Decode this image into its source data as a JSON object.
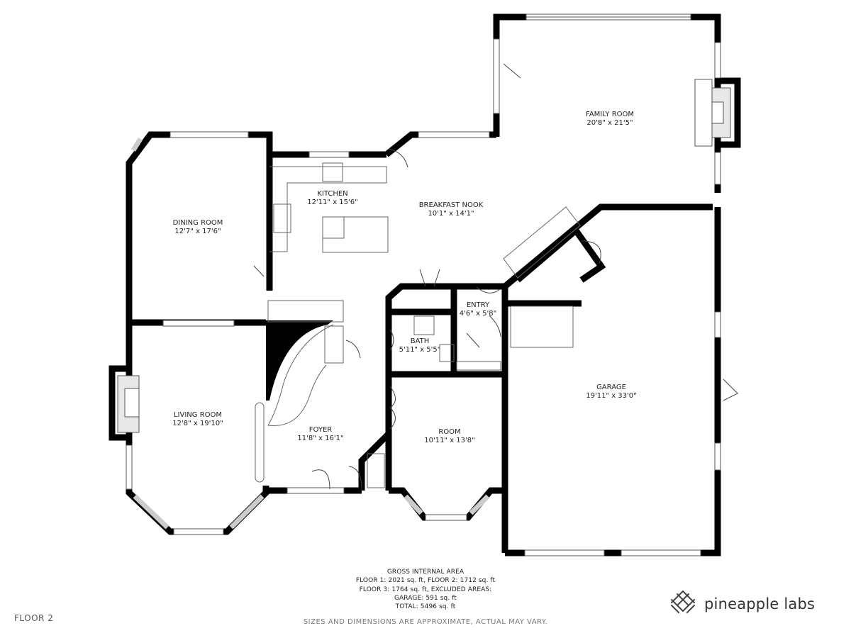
{
  "rooms": [
    {
      "id": "family-room",
      "name": "FAMILY ROOM",
      "dims": "20'8\" x 21'5\""
    },
    {
      "id": "kitchen",
      "name": "KITCHEN",
      "dims": "12'11\" x 15'6\""
    },
    {
      "id": "breakfast-nook",
      "name": "BREAKFAST NOOK",
      "dims": "10'1\" x 14'1\""
    },
    {
      "id": "dining-room",
      "name": "DINING ROOM",
      "dims": "12'7\" x 17'6\""
    },
    {
      "id": "entry",
      "name": "ENTRY",
      "dims": "4'6\" x 5'8\""
    },
    {
      "id": "bath",
      "name": "BATH",
      "dims": "5'11\" x 5'5\""
    },
    {
      "id": "garage",
      "name": "GARAGE",
      "dims": "19'11\" x 33'0\""
    },
    {
      "id": "living-room",
      "name": "LIVING ROOM",
      "dims": "12'8\" x 19'10\""
    },
    {
      "id": "foyer",
      "name": "FOYER",
      "dims": "11'8\" x 16'1\""
    },
    {
      "id": "room",
      "name": "ROOM",
      "dims": "10'11\" x 13'8\""
    }
  ],
  "area": {
    "title": "GROSS INTERNAL AREA",
    "line1": "FLOOR 1: 2021 sq. ft, FLOOR 2: 1712 sq. ft",
    "line2": "FLOOR 3: 1764 sq. ft, EXCLUDED AREAS:",
    "line3": "GARAGE: 591 sq. ft",
    "line4": "TOTAL: 5496 sq. ft"
  },
  "floor_label": "FLOOR 2",
  "disclaimer": "SIZES AND DIMENSIONS ARE APPROXIMATE, ACTUAL MAY VARY.",
  "brand": {
    "name": "pineapple labs",
    "icon": "pineapple-lattice-icon"
  },
  "colors": {
    "wall": "#000000",
    "line": "#555555",
    "text": "#222222"
  }
}
